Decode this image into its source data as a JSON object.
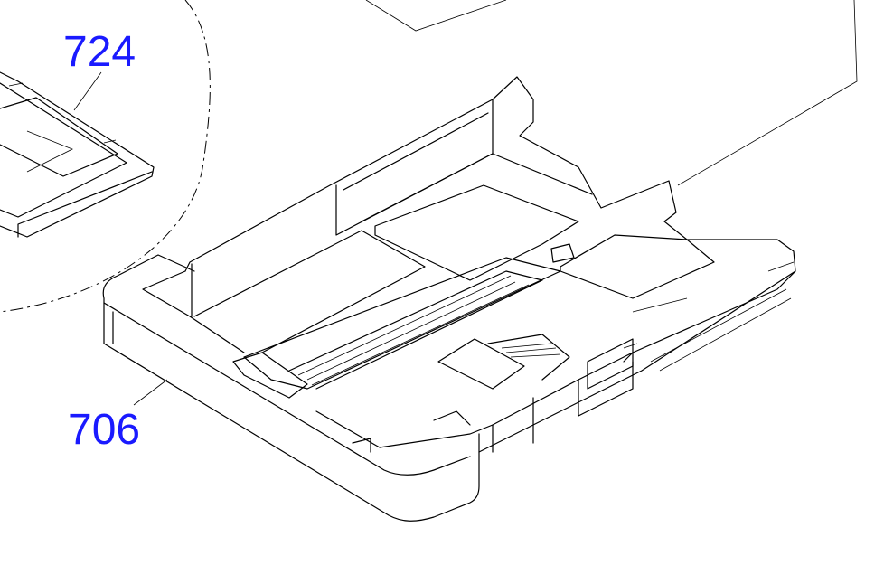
{
  "diagram": {
    "callouts": [
      {
        "id": "724",
        "text": "724"
      },
      {
        "id": "706",
        "text": "706"
      }
    ],
    "colors": {
      "callout": "#1a1aff",
      "line": "#000000"
    }
  }
}
